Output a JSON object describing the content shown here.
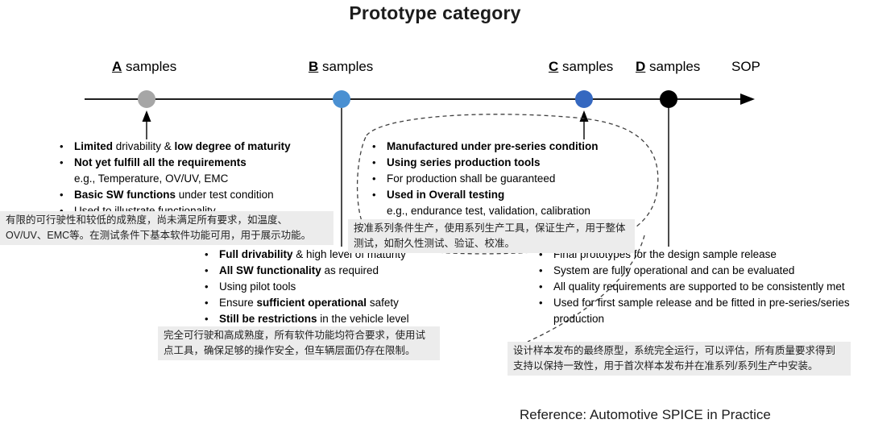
{
  "title": "Prototype category",
  "reference": "Reference: Automotive SPICE in Practice",
  "milestones": [
    {
      "letter": "A",
      "suffix": " samples"
    },
    {
      "letter": "B",
      "suffix": " samples"
    },
    {
      "letter": "C",
      "suffix": " samples"
    },
    {
      "letter": "D",
      "suffix": " samples"
    },
    {
      "letter": "",
      "suffix": "SOP"
    }
  ],
  "colors": {
    "node_a": "#a6a6a6",
    "node_b": "#4a90d2",
    "node_c": "#3568c0",
    "node_d": "#000000",
    "note_bg": "#ececec",
    "line": "#000000"
  },
  "lists": {
    "a_samples": [
      {
        "seg": [
          {
            "t": "Limited",
            "b": true
          },
          {
            "t": " drivability & "
          },
          {
            "t": "low degree of maturity",
            "b": true
          }
        ]
      },
      {
        "seg": [
          {
            "t": "Not yet fulfill all the requirements",
            "b": true
          }
        ]
      },
      {
        "indent": true,
        "seg": [
          {
            "t": "e.g., Temperature, OV/UV, EMC"
          }
        ]
      },
      {
        "seg": [
          {
            "t": "Basic SW functions",
            "b": true
          },
          {
            "t": " under test condition"
          }
        ]
      },
      {
        "seg": [
          {
            "t": "Used to illustrate functionality"
          }
        ]
      }
    ],
    "b_preseries": [
      {
        "seg": [
          {
            "t": "Manufactured under pre-series condition",
            "b": true
          }
        ]
      },
      {
        "seg": [
          {
            "t": "Using series production tools",
            "b": true
          }
        ]
      },
      {
        "seg": [
          {
            "t": "For production shall be guaranteed"
          }
        ]
      },
      {
        "seg": [
          {
            "t": "Used in Overall testing",
            "b": true
          }
        ]
      },
      {
        "indent": true,
        "seg": [
          {
            "t": "e.g., endurance test, validation, calibration"
          }
        ]
      }
    ],
    "b_drivability": [
      {
        "seg": [
          {
            "t": "Full drivability",
            "b": true
          },
          {
            "t": " & high level of maturity"
          }
        ]
      },
      {
        "seg": [
          {
            "t": "All SW functionality",
            "b": true
          },
          {
            "t": " as required"
          }
        ]
      },
      {
        "seg": [
          {
            "t": "Using pilot tools"
          }
        ]
      },
      {
        "seg": [
          {
            "t": "Ensure "
          },
          {
            "t": "sufficient operational",
            "b": true
          },
          {
            "t": " safety"
          }
        ]
      },
      {
        "seg": [
          {
            "t": "Still be restrictions",
            "b": true
          },
          {
            "t": " in the vehicle level"
          }
        ]
      }
    ],
    "d_samples": [
      {
        "seg": [
          {
            "t": "Final prototypes for the design sample release"
          }
        ]
      },
      {
        "seg": [
          {
            "t": "System are fully operational and can be evaluated"
          }
        ]
      },
      {
        "seg": [
          {
            "t": "All quality requirements are supported to be consistently met"
          }
        ]
      },
      {
        "seg": [
          {
            "t": "Used for first sample release and be fitted in pre-series/series production"
          }
        ]
      }
    ]
  },
  "notes": {
    "a": "有限的可行驶性和较低的成熟度，尚未满足所有要求，如温度、OV/UV、EMC等。在测试条件下基本软件功能可用，用于展示功能。",
    "b_preseries": "按准系列条件生产，使用系列生产工具，保证生产，用于整体测试，如耐久性测试、验证、校准。",
    "b_drivability": "完全可行驶和高成熟度，所有软件功能均符合要求，使用试点工具，确保足够的操作安全，但车辆层面仍存在限制。",
    "d": "设计样本发布的最终原型，系统完全运行，可以评估，所有质量要求得到支持以保持一致性，用于首次样本发布并在准系列/系列生产中安装。"
  }
}
